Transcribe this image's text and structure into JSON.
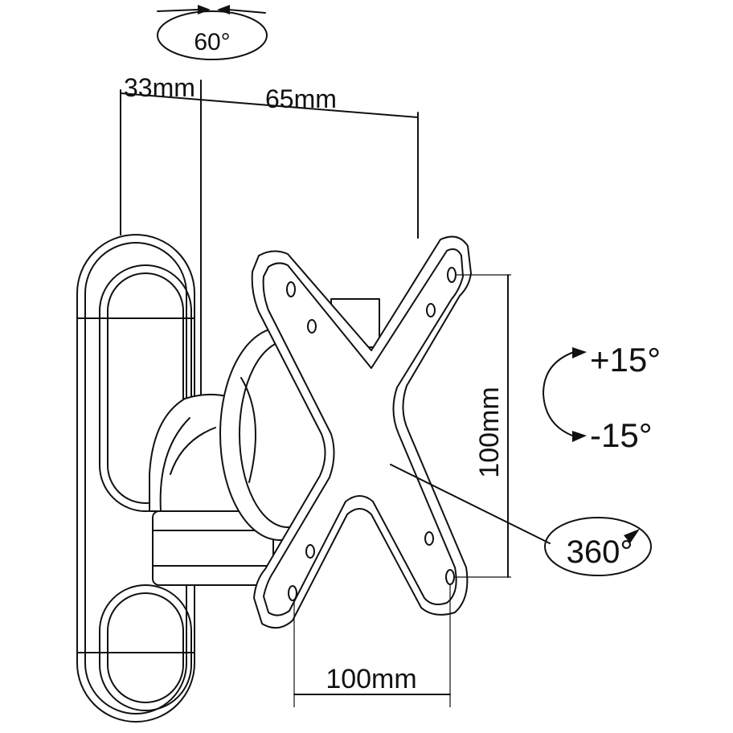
{
  "dimensions": {
    "arm_offset": "33mm",
    "arm_length": "65mm",
    "vesa_vertical": "100mm",
    "vesa_horizontal": "100mm"
  },
  "angles": {
    "swivel": "60°",
    "tilt_up": "+15°",
    "tilt_down": "-15°",
    "rotation": "360°"
  }
}
